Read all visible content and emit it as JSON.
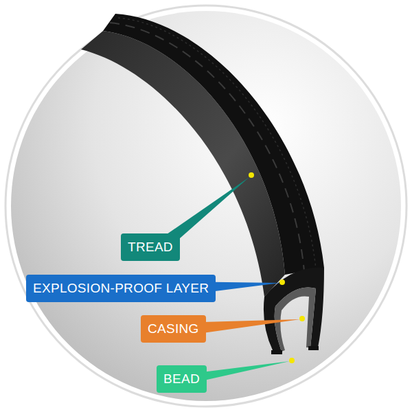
{
  "diagram": {
    "nodes": [
      {
        "text": [
          "TREAD"
        ]
      },
      {
        "text": [
          "EXPLOSION-PROOF LAYER"
        ]
      },
      {
        "text": [
          "CASING"
        ]
      },
      {
        "text": [
          "BEAD"
        ]
      }
    ]
  }
}
